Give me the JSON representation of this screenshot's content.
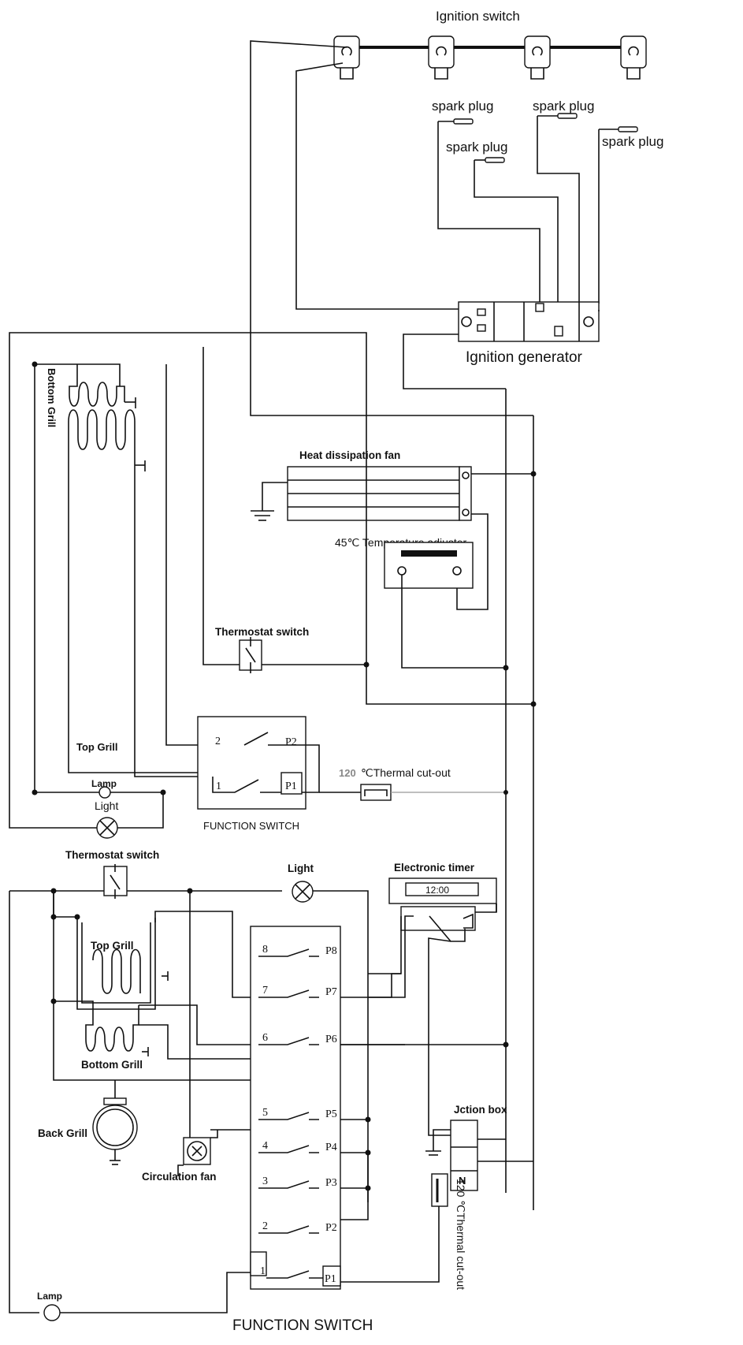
{
  "ignition": {
    "switch_label": "Ignition switch",
    "spark_plug_1": "spark plug",
    "spark_plug_2": "spark plug",
    "spark_plug_3": "spark plug",
    "spark_plug_4": "spark plug",
    "generator_label": "Ignition generator"
  },
  "fan_section": {
    "heat_fan_label": "Heat dissipation fan",
    "temp_adjuster_label": "45℃ Temperature adjuster"
  },
  "upper_circuit": {
    "thermostat_label": "Thermostat switch",
    "bottom_grill_label": "Bottom Grill",
    "top_grill_label": "Top  Grill",
    "lamp_label": "Lamp",
    "light_label": "Light",
    "cutout_value": "120",
    "cutout_label": "℃Thermal cut-out",
    "function_switch_label": "FUNCTION SWITCH",
    "contacts_left": [
      "2",
      "1"
    ],
    "contacts_right": [
      "P2",
      "P1"
    ]
  },
  "lower_circuit": {
    "thermostat_label": "Thermostat switch",
    "light_label": "Light",
    "timer_label": "Electronic timer",
    "timer_display": "12:00",
    "top_grill_label": "Top  Grill",
    "bottom_grill_label": "Bottom Grill",
    "back_grill_label": "Back Grill",
    "circulation_fan_label": "Circulation fan",
    "lamp_label": "Lamp",
    "junction_box_label": "Jction box",
    "junction_terminal_label": "N",
    "cutout_label": "120 ℃Thermal cut-out",
    "function_switch_label": "FUNCTION SWITCH",
    "contacts_left": [
      "8",
      "7",
      "6",
      "5",
      "4",
      "3",
      "2",
      "1"
    ],
    "contacts_right": [
      "P8",
      "P7",
      "P6",
      "P5",
      "P4",
      "P3",
      "P2",
      "P1"
    ]
  }
}
